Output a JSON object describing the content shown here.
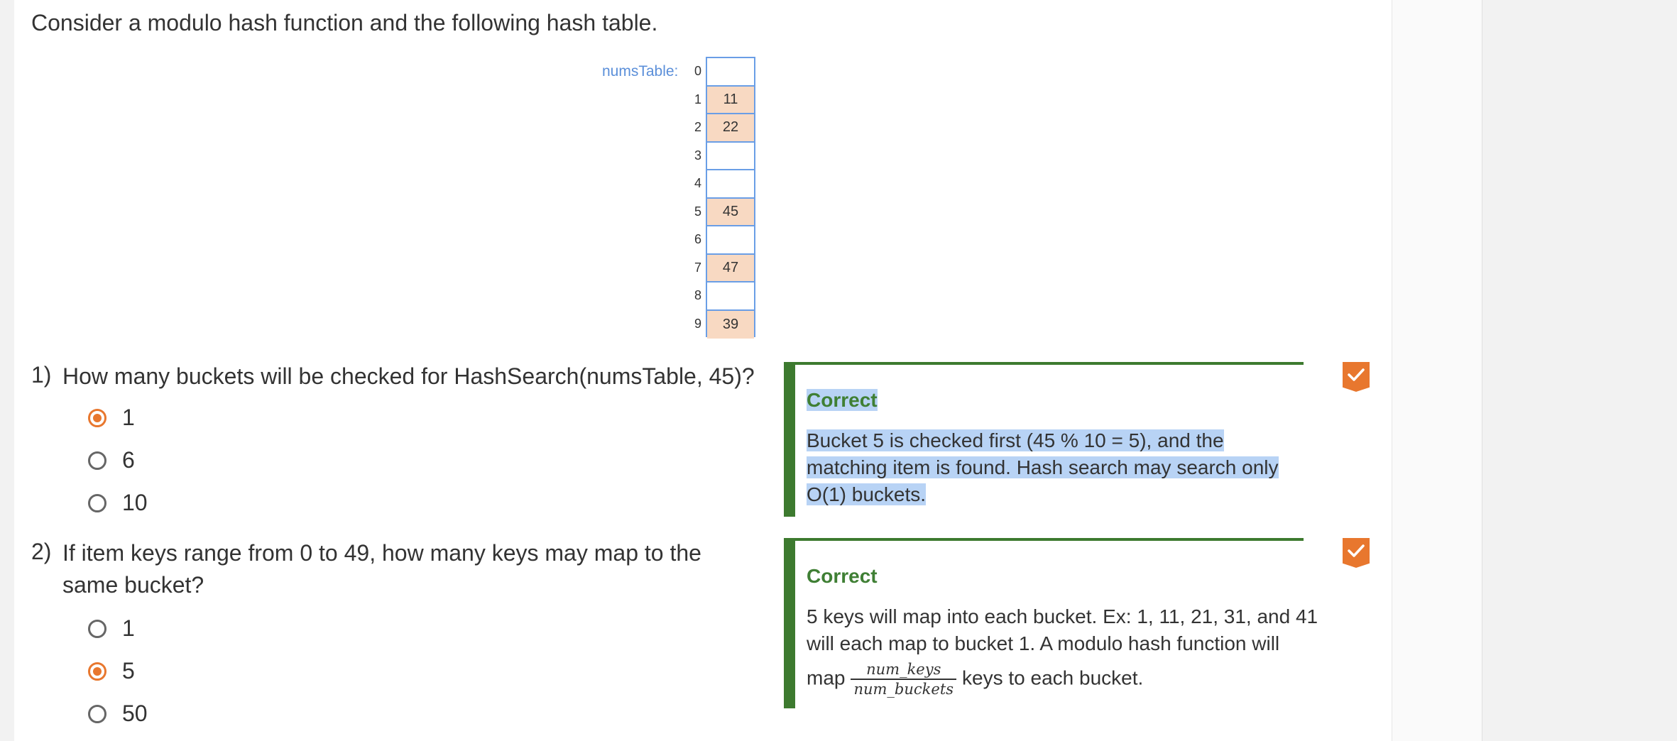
{
  "intro": "Consider a modulo hash function and the following hash table.",
  "hash_table": {
    "name": "numsTable:",
    "buckets": [
      {
        "index": "0",
        "value": ""
      },
      {
        "index": "1",
        "value": "11"
      },
      {
        "index": "2",
        "value": "22"
      },
      {
        "index": "3",
        "value": ""
      },
      {
        "index": "4",
        "value": ""
      },
      {
        "index": "5",
        "value": "45"
      },
      {
        "index": "6",
        "value": ""
      },
      {
        "index": "7",
        "value": "47"
      },
      {
        "index": "8",
        "value": ""
      },
      {
        "index": "9",
        "value": "39"
      }
    ],
    "filled_color": "#f8d9c2",
    "border_color": "#6a9ee6"
  },
  "questions": [
    {
      "number": "1)",
      "text": "How many buckets will be checked for HashSearch(numsTable, 45)?",
      "options": [
        "1",
        "6",
        "10"
      ],
      "selected": "1",
      "feedback": {
        "status": "Correct",
        "text": "Bucket 5 is checked first (45 % 10 = 5), and the matching item is found. Hash search may search only O(1) buckets."
      }
    },
    {
      "number": "2)",
      "text_line1": "If item keys range from 0 to 49, how many keys may map to the",
      "text_line2": "same bucket?",
      "options": [
        "1",
        "5",
        "50"
      ],
      "selected": "5",
      "feedback": {
        "status": "Correct",
        "text_line1": "5 keys will map into each bucket. Ex: 1, 11, 21, 31, and 41",
        "text_line2": "will each map to bucket 1. A modulo hash function will",
        "text_map": "map",
        "frac_num": "num_keys",
        "frac_den": "num_buckets",
        "text_end": "keys to each bucket."
      }
    }
  ],
  "colors": {
    "accent": "#e8772e",
    "correct": "#3d7a2f",
    "highlight": "#b8d3f5"
  },
  "icons": {
    "completion": "check-icon"
  }
}
